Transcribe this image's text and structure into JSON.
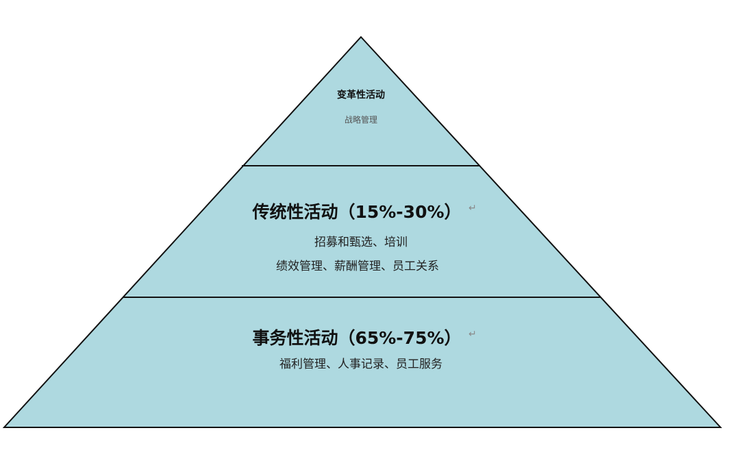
{
  "colors": {
    "fill": "#aed9e0",
    "stroke": "#111111"
  },
  "pyramid": {
    "tiers": [
      {
        "title": "变革性活动",
        "lines": [
          "战略管理"
        ]
      },
      {
        "title": "传统性活动（15%-30%）",
        "lines": [
          "招募和甄选、培训",
          "绩效管理、薪酬管理、员工关系"
        ]
      },
      {
        "title": "事务性活动（65%-75%）",
        "lines": [
          "福利管理、人事记录、员工服务"
        ]
      }
    ]
  }
}
